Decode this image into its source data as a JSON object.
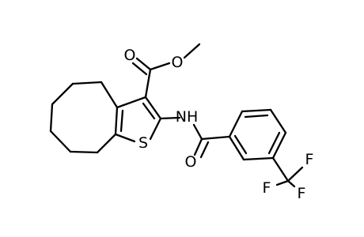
{
  "molecule": {
    "atoms": {
      "ester_carbonyl_oxygen": "O",
      "ester_ether_oxygen": "O",
      "thiophene_sulfur": "S",
      "amide_nitrogen": "NH",
      "amide_oxygen": "O",
      "fluorine_1": "F",
      "fluorine_2": "F",
      "fluorine_3": "F"
    }
  }
}
